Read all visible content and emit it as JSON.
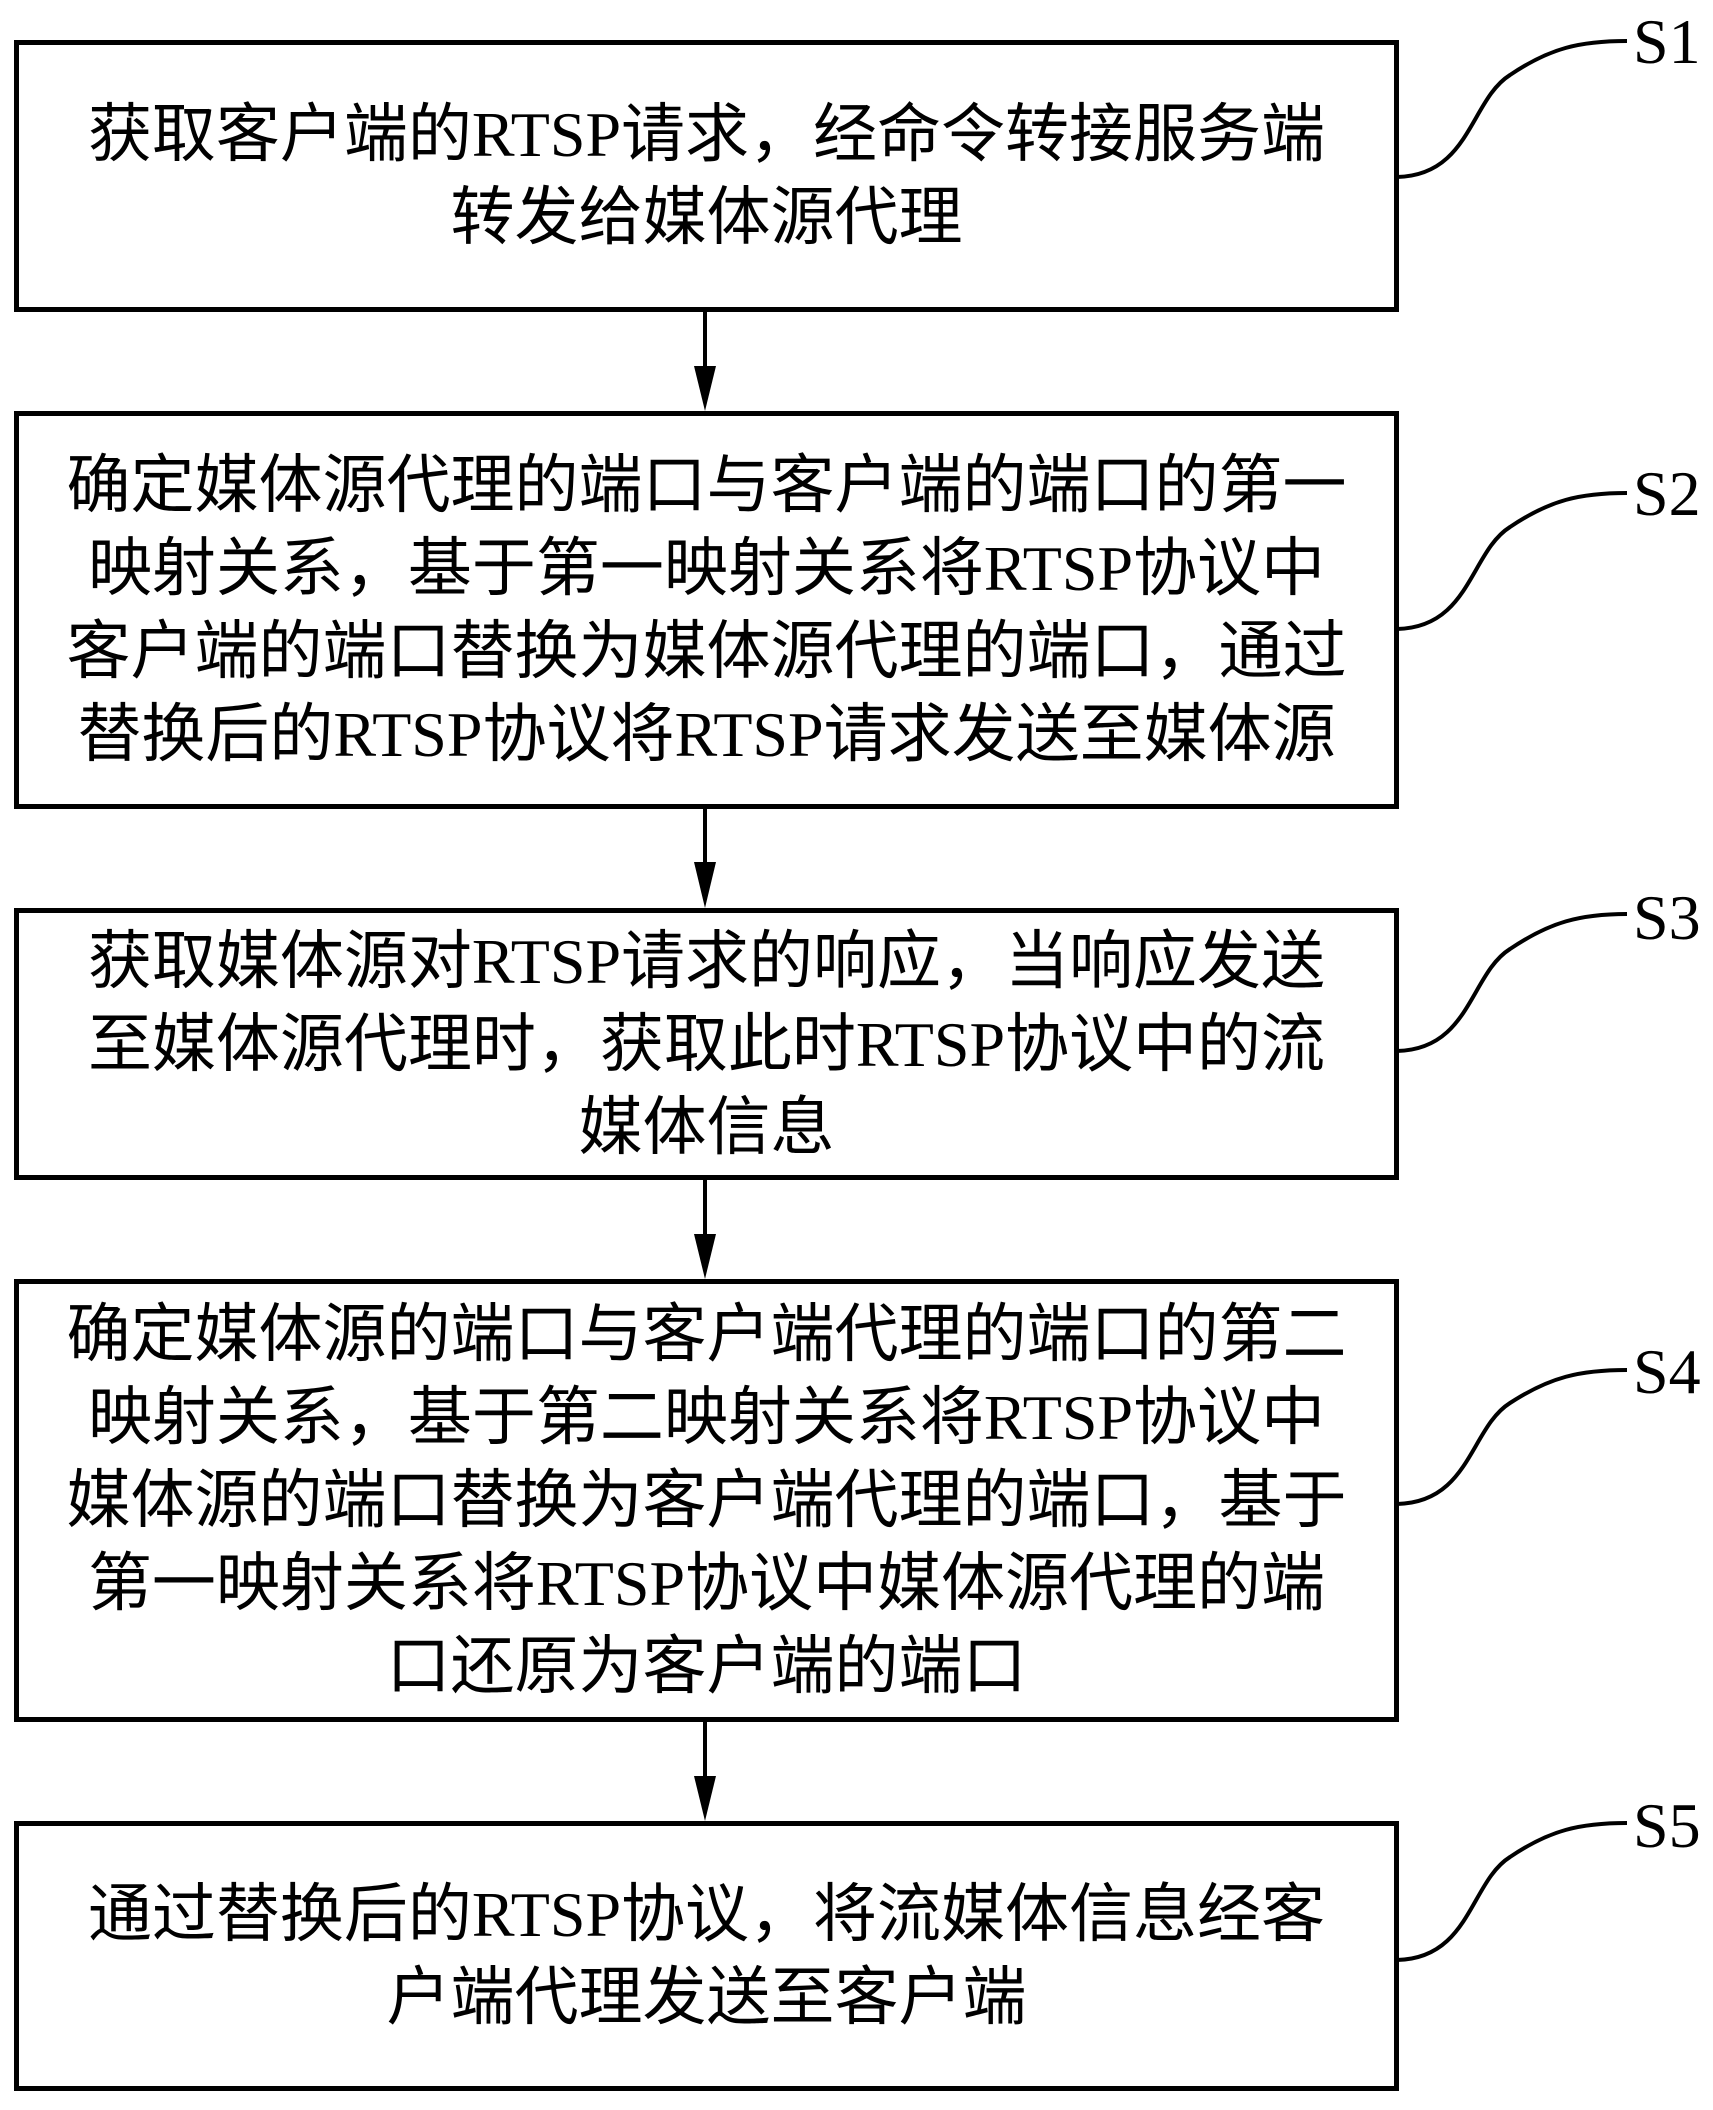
{
  "diagram": {
    "type": "flowchart",
    "direction": "top-to-bottom",
    "steps": [
      {
        "label": "S1",
        "lines": [
          "获取客户端的RTSP请求，经命令转接服务端",
          "转发给媒体源代理"
        ]
      },
      {
        "label": "S2",
        "lines": [
          "确定媒体源代理的端口与客户端的端口的第一",
          "映射关系，基于第一映射关系将RTSP协议中",
          "客户端的端口替换为媒体源代理的端口，通过",
          "替换后的RTSP协议将RTSP请求发送至媒体源"
        ]
      },
      {
        "label": "S3",
        "lines": [
          "获取媒体源对RTSP请求的响应，当响应发送",
          "至媒体源代理时，获取此时RTSP协议中的流",
          "媒体信息"
        ]
      },
      {
        "label": "S4",
        "lines": [
          "确定媒体源的端口与客户端代理的端口的第二",
          "映射关系，基于第二映射关系将RTSP协议中",
          "媒体源的端口替换为客户端代理的端口，基于",
          "第一映射关系将RTSP协议中媒体源代理的端",
          "口还原为客户端的端口"
        ]
      },
      {
        "label": "S5",
        "lines": [
          "通过替换后的RTSP协议，将流媒体信息经客",
          "户端代理发送至客户端"
        ]
      }
    ],
    "connections": [
      {
        "from": "S1",
        "to": "S2"
      },
      {
        "from": "S2",
        "to": "S3"
      },
      {
        "from": "S3",
        "to": "S4"
      },
      {
        "from": "S4",
        "to": "S5"
      }
    ],
    "colors": {
      "stroke": "#000000",
      "background": "#ffffff",
      "text": "#000000"
    }
  }
}
